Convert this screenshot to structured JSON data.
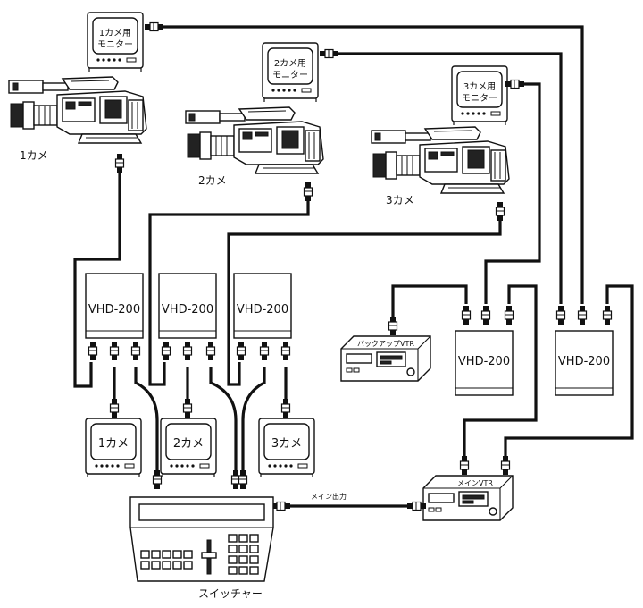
{
  "cameras": [
    {
      "label": "1カメ"
    },
    {
      "label": "2カメ"
    },
    {
      "label": "3カメ"
    }
  ],
  "top_monitors": [
    {
      "line1": "1カメ用",
      "line2": "モニター"
    },
    {
      "line1": "2カメ用",
      "line2": "モニター"
    },
    {
      "line1": "3カメ用",
      "line2": "モニター"
    }
  ],
  "vhd_units": [
    {
      "label": "VHD-200"
    },
    {
      "label": "VHD-200"
    },
    {
      "label": "VHD-200"
    },
    {
      "label": "VHD-200"
    },
    {
      "label": "VHD-200"
    }
  ],
  "bottom_monitors": [
    {
      "label": "1カメ"
    },
    {
      "label": "2カメ"
    },
    {
      "label": "3カメ"
    }
  ],
  "backup_vtr": {
    "label": "バックアップVTR"
  },
  "main_vtr": {
    "label": "メインVTR"
  },
  "main_output": {
    "label": "メイン出力"
  },
  "switcher": {
    "label": "スイッチャー"
  }
}
